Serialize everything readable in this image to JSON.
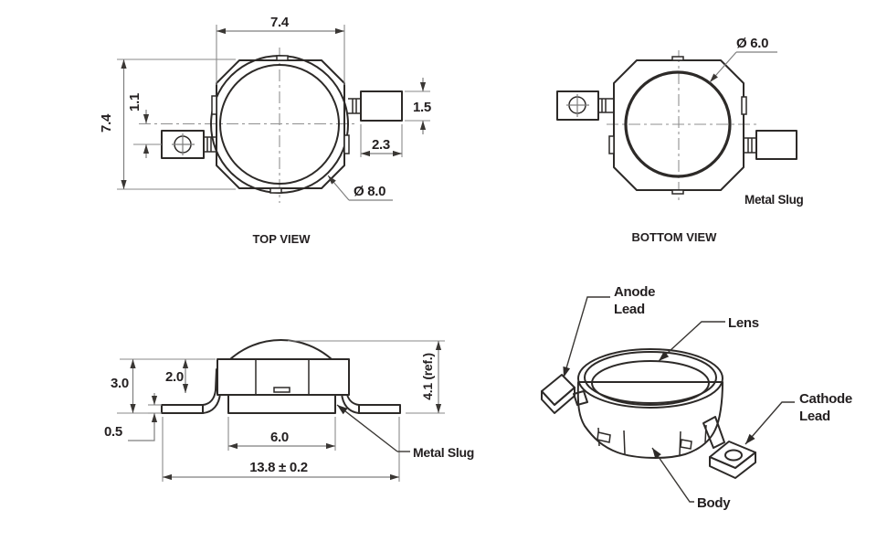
{
  "colors": {
    "line": "#2d2a28",
    "dim_line": "#7f7f7f",
    "text": "#231f20",
    "background": "#ffffff"
  },
  "top_view": {
    "caption": "TOP VIEW",
    "dims": {
      "width": "7.4",
      "height": "7.4",
      "lead_offset": "1.1",
      "lead_width": "1.5",
      "lead_length": "2.3",
      "lens_diameter": "Ø 8.0"
    }
  },
  "bottom_view": {
    "caption": "BOTTOM VIEW",
    "dims": {
      "slug_diameter": "Ø 6.0"
    },
    "labels": {
      "metal_slug": "Metal Slug"
    }
  },
  "side_view": {
    "dims": {
      "stand_height": "3.0",
      "body_height": "2.0",
      "lead_thickness": "0.5",
      "slug_width": "6.0",
      "overall_width": "13.8 ± 0.2",
      "overall_height": "4.1 (ref.)"
    },
    "labels": {
      "metal_slug": "Metal Slug"
    }
  },
  "iso_view": {
    "labels": {
      "anode_line1": "Anode",
      "anode_line2": "Lead",
      "lens": "Lens",
      "cathode_line1": "Cathode",
      "cathode_line2": "Lead",
      "body": "Body"
    }
  }
}
